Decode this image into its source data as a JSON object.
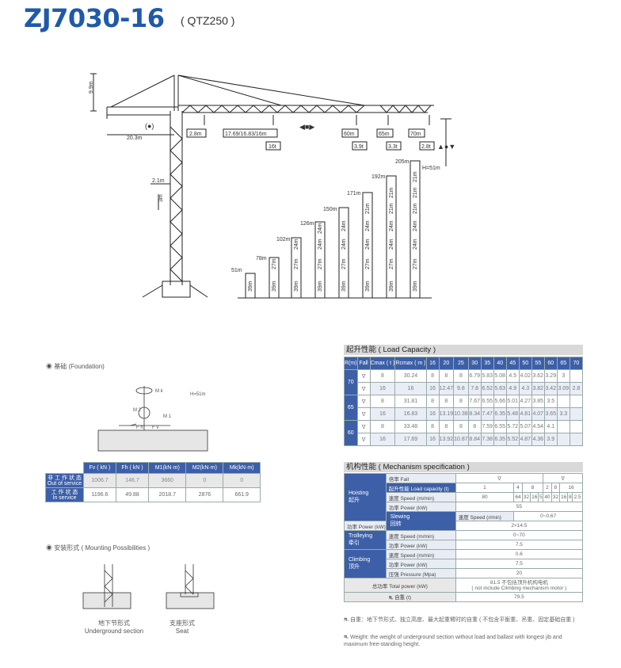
{
  "header": {
    "model": "ZJ7030-16",
    "variant": "( QTZ250 )"
  },
  "diagram": {
    "height_top": "9.9m",
    "counter_jib": "20.3m",
    "trolley_min": "2.8m",
    "lengths_label": "17.69/16.83/16m",
    "load_16t": "16t",
    "jib_60": "60m",
    "load_60": "3.9t",
    "jib_65": "65m",
    "load_65": "3.3t",
    "jib_70": "70m",
    "load_70": "2.8t",
    "mast_21": "2.1m",
    "mast_3": "3m",
    "free_height": "H=51m",
    "heights": [
      "51m",
      "78m",
      "102m",
      "126m",
      "150m",
      "171m",
      "192m",
      "205m"
    ],
    "seg_39": "39m",
    "seg_27": "27m",
    "seg_24": "24m",
    "seg_21": "21m"
  },
  "foundation": {
    "title": "◉ 基础 (Foundation)",
    "labels": {
      "mk": "M k",
      "h": "H=51m",
      "m2": "M 2",
      "m1": "M 1",
      "fh": "F h",
      "fv": "F v"
    },
    "table": {
      "columns": [
        "Fv ( kN )",
        "Fh ( kN )",
        "M1(kN·m)",
        "M2(kN·m)",
        "Mk(kN·m)"
      ],
      "rows": [
        {
          "label_cn": "非 工 作 状 态",
          "label_en": "Out of service",
          "values": [
            "1006.7",
            "146.7",
            "3660",
            "0",
            "0"
          ]
        },
        {
          "label_cn": "工 作 状 态",
          "label_en": "In service",
          "values": [
            "1196.6",
            "49.88",
            "2018.7",
            "2876",
            "661.9"
          ]
        }
      ]
    }
  },
  "mounting": {
    "title": "◉ 安装形式 ( Mounting Possibilities )",
    "items": [
      {
        "cn": "地下节形式",
        "en": "Underground section"
      },
      {
        "cn": "支座形式",
        "en": "Seat"
      }
    ]
  },
  "load_capacity": {
    "title": "起升性能 ( Load Capacity )",
    "header": [
      "R(m)",
      "Fall",
      "Cmax ( t )",
      "Rcmax ( m )",
      "16",
      "20",
      "25",
      "30",
      "35",
      "40",
      "45",
      "50",
      "55",
      "60",
      "65",
      "70"
    ],
    "groups": [
      {
        "r": "70",
        "rows": [
          [
            "8",
            "30.24",
            "8",
            "8",
            "8",
            "6.79",
            "5.83",
            "5.08",
            "4.5",
            "4.02",
            "3.62",
            "3.29",
            "3"
          ],
          [
            "16",
            "16",
            "16",
            "12.47",
            "9.8",
            "7.8",
            "6.52",
            "5.63",
            "4.9",
            "4.3",
            "3.82",
            "3.42",
            "3.09",
            "2.8"
          ]
        ]
      },
      {
        "r": "65",
        "rows": [
          [
            "8",
            "31.81",
            "8",
            "8",
            "8",
            "7.67",
            "6.55",
            "5.66",
            "5.01",
            "4.27",
            "3.85",
            "3.5"
          ],
          [
            "16",
            "16.83",
            "16",
            "13.19",
            "10.38",
            "8.34",
            "7.47",
            "6.35",
            "5.48",
            "4.81",
            "4.07",
            "3.65",
            "3.3"
          ]
        ]
      },
      {
        "r": "60",
        "rows": [
          [
            "8",
            "33.48",
            "8",
            "8",
            "8",
            "8",
            "7.59",
            "6.55",
            "5.72",
            "5.07",
            "4.54",
            "4.1"
          ],
          [
            "16",
            "17.69",
            "16",
            "13.92",
            "10.87",
            "8.84",
            "7.38",
            "6.35",
            "5.52",
            "4.87",
            "4.36",
            "3.9"
          ]
        ]
      }
    ]
  },
  "mechanism": {
    "title": "机构性能 ( Mechanism specification )",
    "hoisting": {
      "label": "Hoisting",
      "cn": "起升"
    },
    "fall": "倍率 Fall",
    "load_cap": "起升性能 Load capacity (t)",
    "load_vals": [
      "1",
      "4",
      "8",
      "2",
      "8",
      "16"
    ],
    "speed_m": "速度 Speed (m/min)",
    "speed_vals": [
      "80",
      "64",
      "32",
      "16",
      "5",
      "40",
      "32",
      "16",
      "8",
      "2.5"
    ],
    "power_kw": "功率 Power (kW)",
    "hoist_power": "55",
    "slewing": {
      "label": "Slewing",
      "cn": "回转"
    },
    "speed_r": "速度 Speed (r/min)",
    "slew_speed": "0~0.67",
    "slew_power": "2×14.5",
    "trolleying": {
      "label": "Trolleying",
      "cn": "牵引"
    },
    "trolley_speed": "0~70",
    "trolley_power": "7.5",
    "climbing": {
      "label": "Climbing",
      "cn": "顶升"
    },
    "climb_speed": "0.6",
    "climb_power": "7.5",
    "pressure": "压强 Pressure (Mpa)",
    "climb_pressure": "20",
    "total_label": "总功率 Total power (kW)",
    "total_val_1": "81.5 不包括顶升机构电机",
    "total_val_2": "( not include Climbing mechanism motor )",
    "weight_label": "自重 (t)",
    "weight_val": "79.5"
  },
  "notes": {
    "cn": "自重：地下节形式、独立高度、最大起重臂时的自重 ( 不包含平衡重、吊重、固定基础自重 )",
    "en": "Weight: the weight of underground section without load and ballast with longest jib and maximum free-standing height."
  }
}
